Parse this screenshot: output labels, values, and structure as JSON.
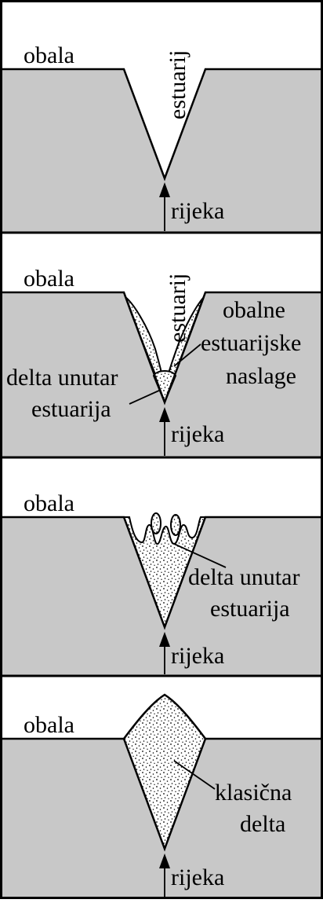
{
  "panels": [
    {
      "coast_label": "obala",
      "estuary_label": "estuarij",
      "river_label": "rijeka"
    },
    {
      "coast_label": "obala",
      "estuary_label": "estuarij",
      "river_label": "rijeka",
      "marginal_deposits_label": [
        "obalne",
        "estuarijske",
        "naslage"
      ],
      "bayhead_delta_label": [
        "delta unutar",
        "estuarija"
      ]
    },
    {
      "coast_label": "obala",
      "river_label": "rijeka",
      "bayhead_delta_label": [
        "delta unutar",
        "estuarija"
      ]
    },
    {
      "coast_label": "obala",
      "river_label": "rijeka",
      "classic_delta_label": [
        "klasična",
        "delta"
      ]
    }
  ],
  "colors": {
    "land": "#c8c8c8",
    "water": "#ffffff",
    "outline": "#000000",
    "sediment": "#e2e2e2"
  }
}
